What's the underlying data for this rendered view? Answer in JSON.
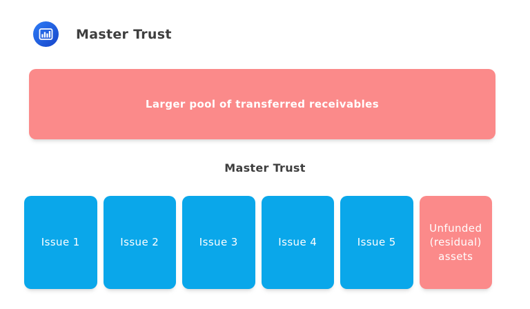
{
  "header": {
    "icon": "bar-chart-icon",
    "title": "Master Trust"
  },
  "diagram": {
    "pool_banner": {
      "label": "Larger pool of transferred receivables",
      "color": "#fb8a8a"
    },
    "trust_label": "Master Trust",
    "boxes": [
      {
        "label": "Issue 1",
        "color": "#0aa7ea"
      },
      {
        "label": "Issue 2",
        "color": "#0aa7ea"
      },
      {
        "label": "Issue 3",
        "color": "#0aa7ea"
      },
      {
        "label": "Issue 4",
        "color": "#0aa7ea"
      },
      {
        "label": "Issue 5",
        "color": "#0aa7ea"
      },
      {
        "label": "Unfunded (residual) assets",
        "color": "#fb8a8a"
      }
    ],
    "colors": {
      "issue_blue": "#0aa7ea",
      "pool_pink": "#fb8a8a",
      "text_dark": "#3e3e3e",
      "icon_blue_dark": "#1644c9",
      "icon_blue_light": "#2e7cf6"
    }
  }
}
